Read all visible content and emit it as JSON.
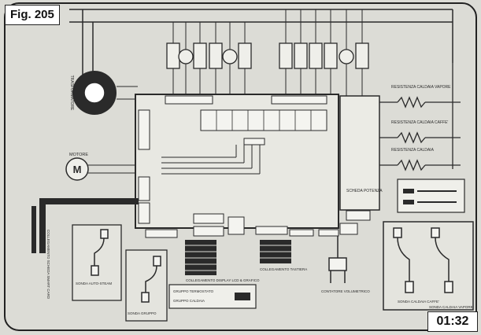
{
  "figure": {
    "label": "Fig. 205",
    "timestamp": "01:32"
  },
  "components": {
    "transformer": "TRASFORMATORE",
    "motor": "MOTORE",
    "heater_steam": "RESISTENZA CALDAIA VAPORE",
    "heater_coffee": "RESISTENZA CALDAIA CAFFE'",
    "heater_boiler": "RESISTENZA CALDAIA",
    "power_board": "SCHEDA POTENZA",
    "probe_steam_boiler": "SONDA CALDAIA VAPORE",
    "probe_coffee_boiler": "SONDA CALDAIA CAFFE'",
    "probe_auto_steam": "SONDA AUTO-STEAM",
    "probe_group": "SONDA GRUPPO",
    "smart_card": "COLLEGAMENTO SCHEDA SMART CARD",
    "display_lcd": "COLLEGAMENTO DISPLAY LCD & GRAFICO",
    "keyboard": "COLLEGAMENTO TASTIERA",
    "volumetric_counter": "CONTATORE VOLUMETRICO",
    "group_thermostat": "GRUPPO TERMOSTATO",
    "boiler_group": "GRUPPO CALDAIA"
  },
  "colors": {
    "ink": "#2a2a2a",
    "paper": "#dcdcd6",
    "border": "#222222"
  }
}
